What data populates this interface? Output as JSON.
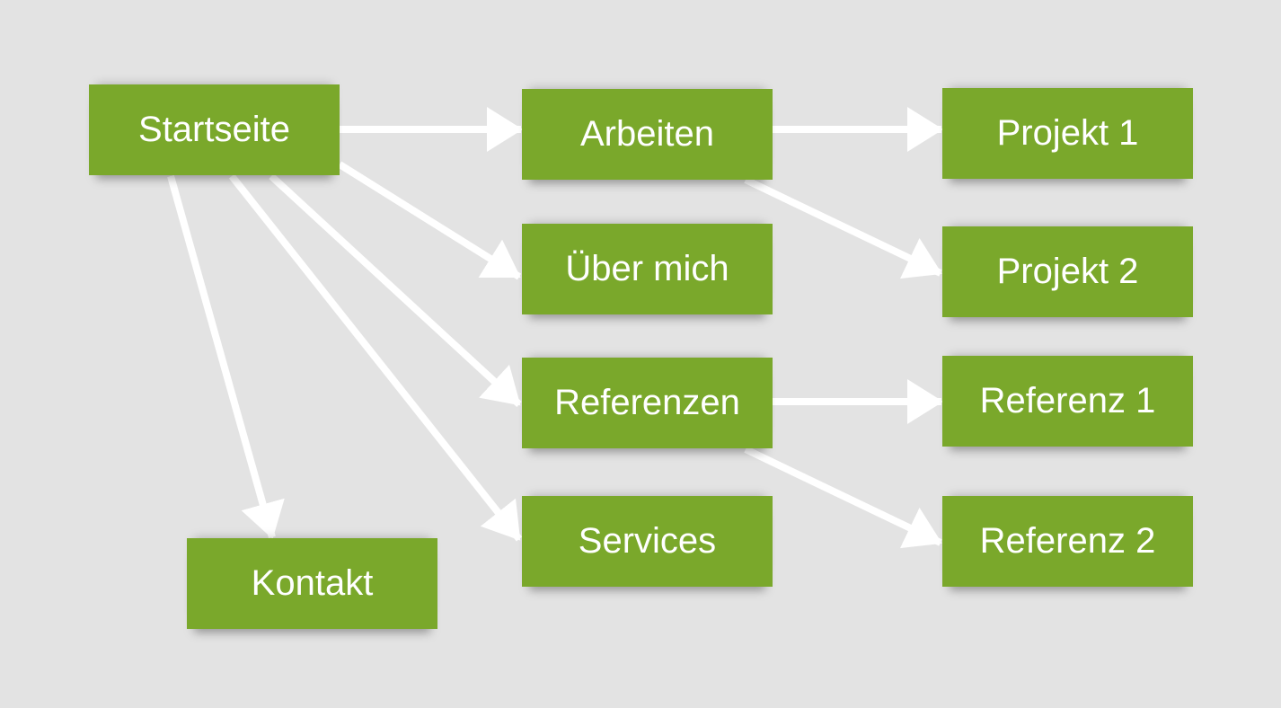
{
  "colors": {
    "background": "#e3e3e3",
    "node_fill": "#7aa82b",
    "node_text": "#ffffff",
    "arrow": "#ffffff"
  },
  "nodes": {
    "startseite": "Startseite",
    "arbeiten": "Arbeiten",
    "ueber_mich": "Über mich",
    "referenzen": "Referenzen",
    "services": "Services",
    "kontakt": "Kontakt",
    "projekt_1": "Projekt 1",
    "projekt_2": "Projekt 2",
    "referenz_1": "Referenz 1",
    "referenz_2": "Referenz 2"
  },
  "edges": [
    {
      "from": "startseite",
      "to": "arbeiten"
    },
    {
      "from": "startseite",
      "to": "ueber_mich"
    },
    {
      "from": "startseite",
      "to": "referenzen"
    },
    {
      "from": "startseite",
      "to": "services"
    },
    {
      "from": "startseite",
      "to": "kontakt"
    },
    {
      "from": "arbeiten",
      "to": "projekt_1"
    },
    {
      "from": "arbeiten",
      "to": "projekt_2"
    },
    {
      "from": "referenzen",
      "to": "referenz_1"
    },
    {
      "from": "referenzen",
      "to": "referenz_2"
    }
  ]
}
